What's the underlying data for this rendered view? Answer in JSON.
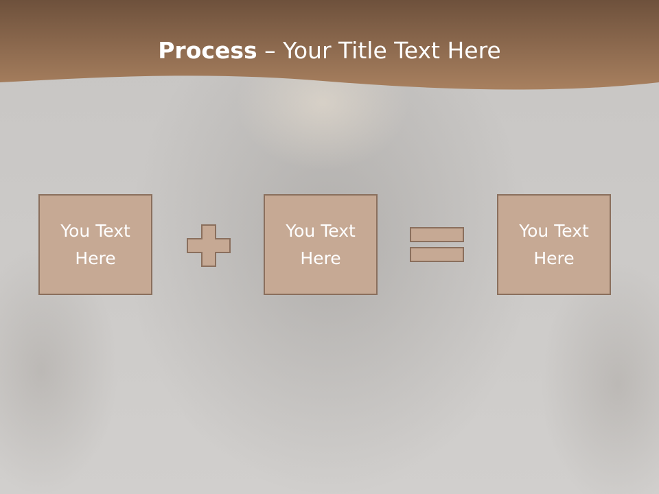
{
  "slide": {
    "title_bold": "Process",
    "title_rest": " – Your Title Text Here",
    "boxes": [
      {
        "text": "You Text Here"
      },
      {
        "text": "You Text Here"
      },
      {
        "text": "You Text Here"
      }
    ],
    "operators": [
      "plus-icon",
      "equals-icon"
    ]
  },
  "colors": {
    "header_brown": "#7a5a42",
    "header_light": "#a88066",
    "box_fill": "#c6a994",
    "box_border": "#8a6f5d",
    "background": "#cbc9c7",
    "text": "#ffffff"
  }
}
